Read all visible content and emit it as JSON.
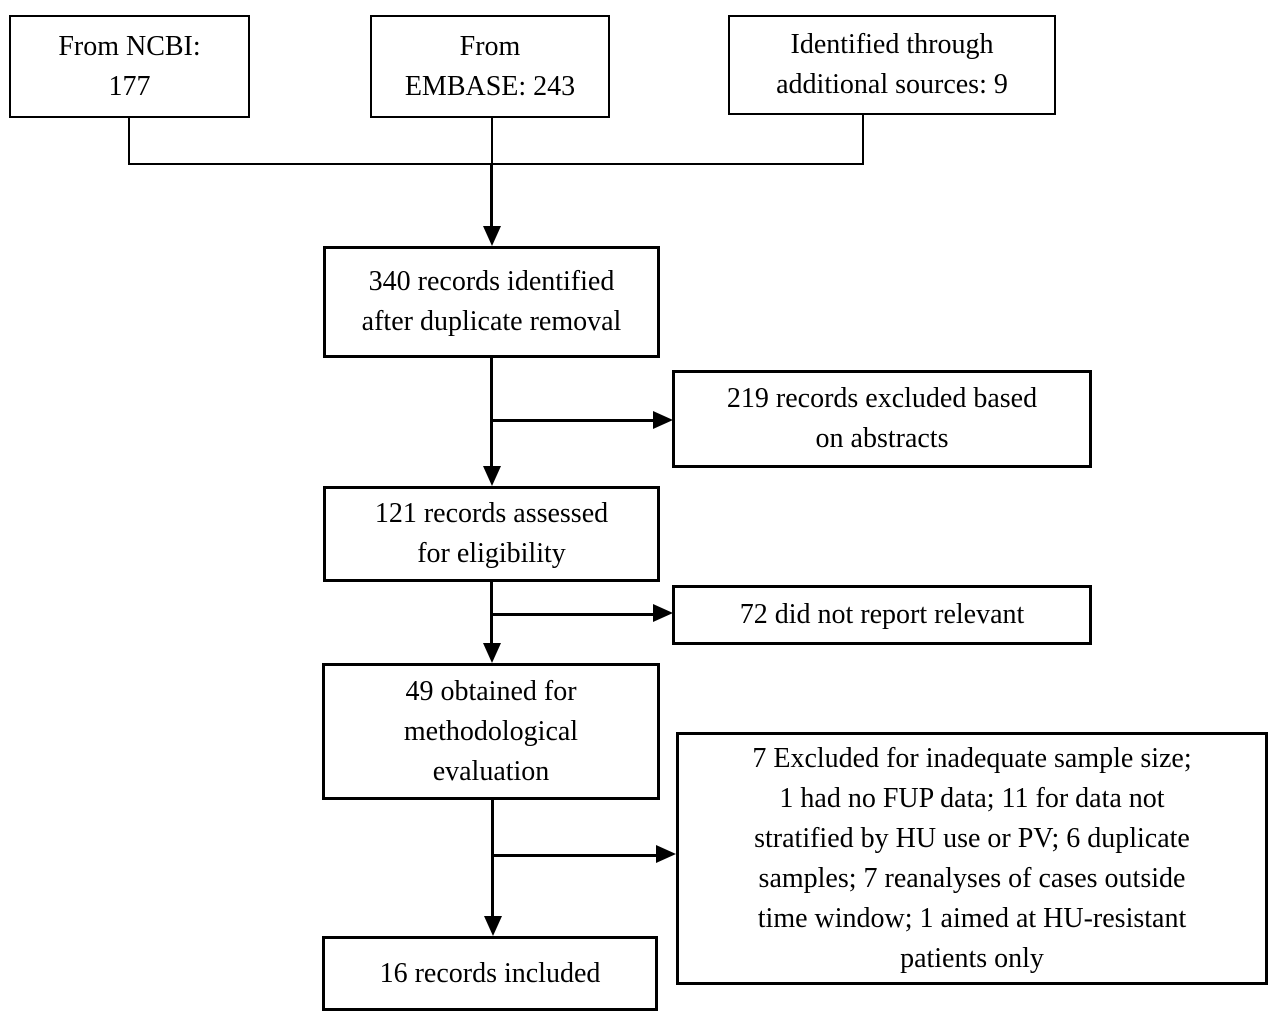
{
  "diagram": {
    "type": "flowchart",
    "colors": {
      "background": "#ffffff",
      "border": "#000000",
      "text": "#000000"
    },
    "nodes": {
      "ncbi": {
        "label": "From NCBI:\n177"
      },
      "embase": {
        "label": "From\nEMBASE: 243"
      },
      "additional": {
        "label": "Identified through\nadditional sources: 9"
      },
      "identified": {
        "label": "340 records identified\nafter duplicate removal"
      },
      "excluded_abstracts": {
        "label": "219 records excluded based\non abstracts"
      },
      "assessed": {
        "label": "121 records assessed\nfor eligibility"
      },
      "not_relevant": {
        "label": "72 did not report relevant"
      },
      "methodological": {
        "label": "49 obtained for\nmethodological\nevaluation"
      },
      "exclusion_reasons": {
        "label": "7 Excluded for inadequate sample size;\n1 had no FUP data; 11 for data not\nstratified by HU use or PV; 6 duplicate\nsamples; 7 reanalyses of cases outside\ntime window; 1 aimed at HU-resistant\npatients only"
      },
      "included": {
        "label": "16 records included"
      }
    },
    "edges": [
      {
        "from": "ncbi",
        "to": "identified"
      },
      {
        "from": "embase",
        "to": "identified"
      },
      {
        "from": "additional",
        "to": "identified"
      },
      {
        "from": "identified",
        "to": "excluded_abstracts"
      },
      {
        "from": "identified",
        "to": "assessed"
      },
      {
        "from": "assessed",
        "to": "not_relevant"
      },
      {
        "from": "assessed",
        "to": "methodological"
      },
      {
        "from": "methodological",
        "to": "exclusion_reasons"
      },
      {
        "from": "methodological",
        "to": "included"
      }
    ]
  }
}
